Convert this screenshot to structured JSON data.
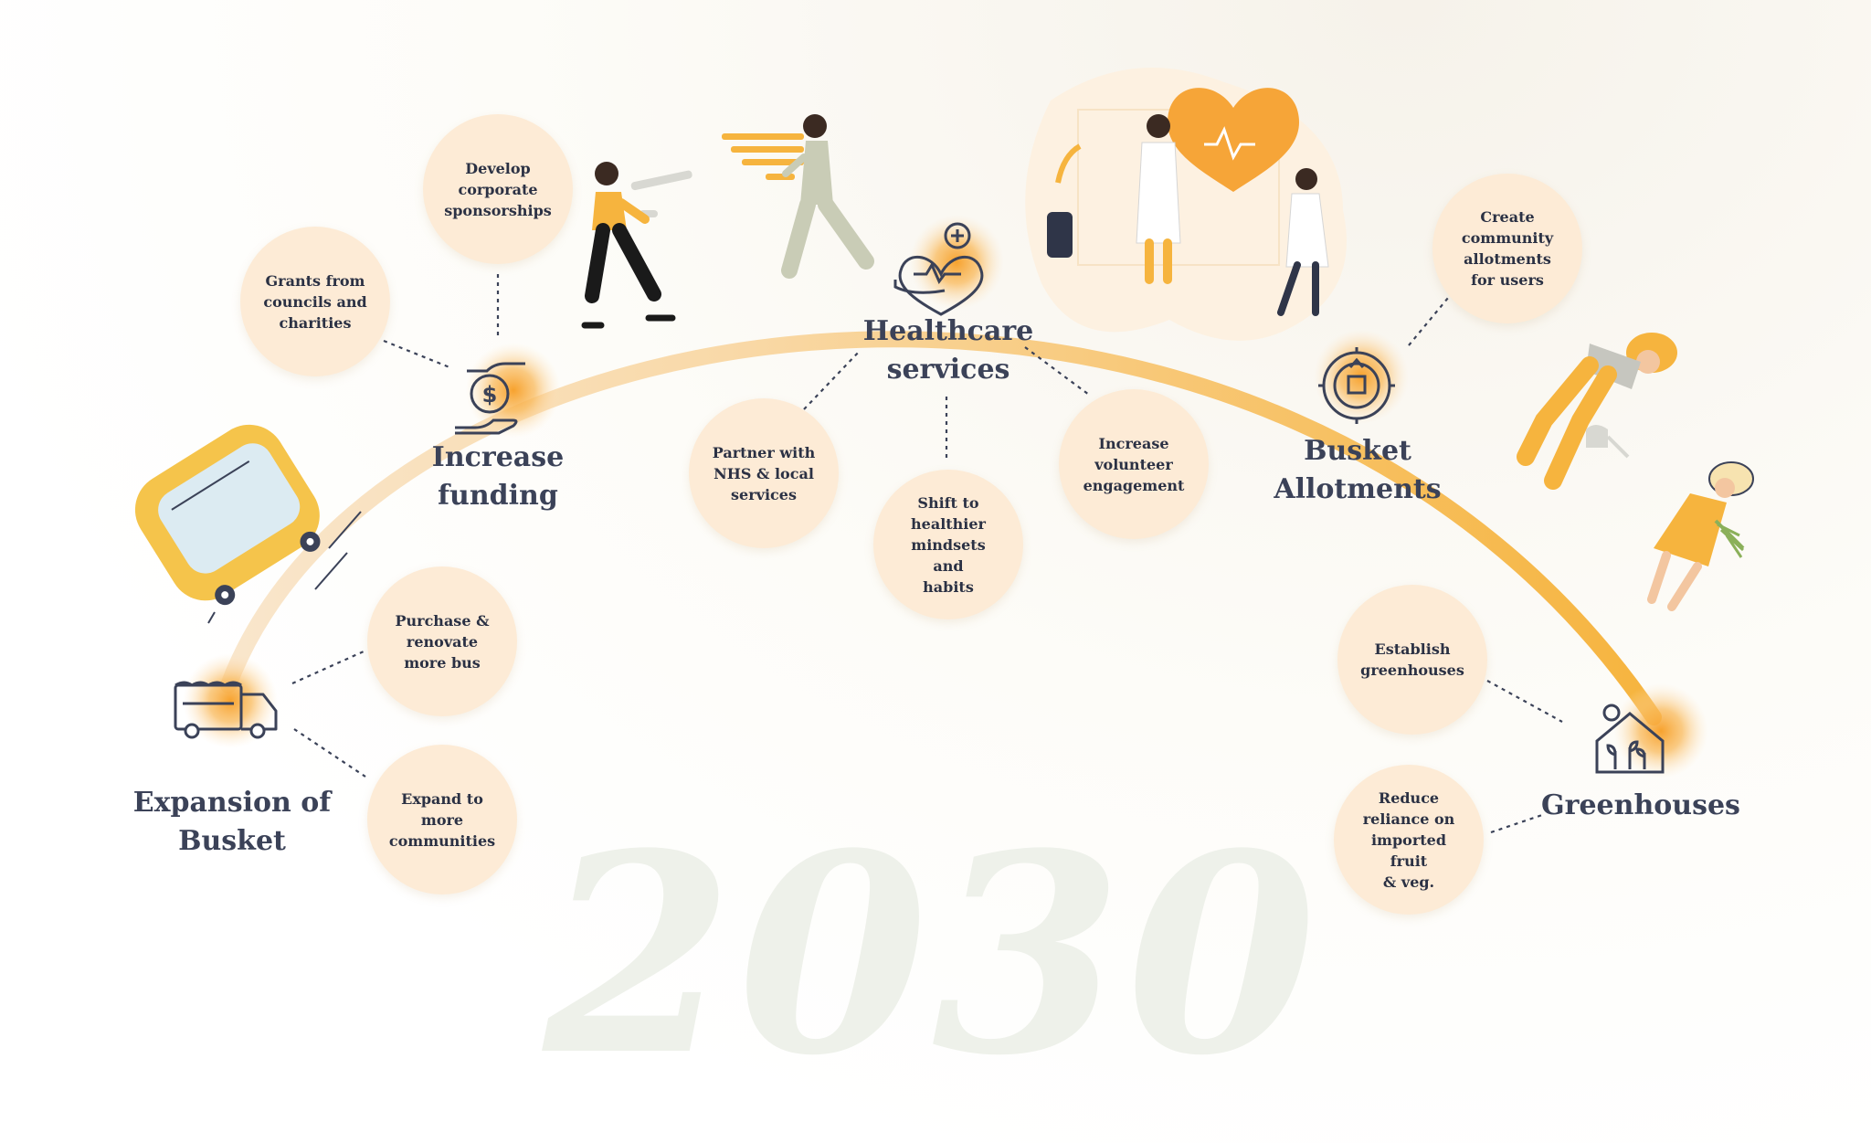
{
  "year": "2030",
  "colors": {
    "arc_start": "#f9e2c4",
    "arc_end": "#f6b53f",
    "accent": "#f7a63a",
    "bubble": "#fdebd6",
    "text": "#2b3144",
    "year_text": "#eef1ea"
  },
  "milestones": [
    {
      "title": [
        "Expansion of",
        "Busket"
      ],
      "icon": "food-truck-icon",
      "bubbles": [
        [
          "Purchase &",
          "renovate",
          "more bus"
        ],
        [
          "Expand to",
          "more",
          "communities"
        ]
      ]
    },
    {
      "title": [
        "Increase",
        "funding"
      ],
      "icon": "money-hand-icon",
      "bubbles": [
        [
          "Grants from",
          "councils and",
          "charities"
        ],
        [
          "Develop",
          "corporate",
          "sponsorships"
        ]
      ]
    },
    {
      "title": [
        "Healthcare",
        "services"
      ],
      "icon": "heart-care-icon",
      "bubbles": [
        [
          "Partner with",
          "NHS & local",
          "services"
        ],
        [
          "Shift to",
          "healthier",
          "mindsets and",
          "habits"
        ],
        [
          "Increase",
          "volunteer",
          "engagement"
        ]
      ]
    },
    {
      "title": [
        "Busket",
        "Allotments"
      ],
      "icon": "allotment-gear-icon",
      "bubbles": [
        [
          "Create",
          "community",
          "allotments",
          "for users"
        ]
      ]
    },
    {
      "title": [
        "Greenhouses"
      ],
      "icon": "greenhouse-icon",
      "bubbles": [
        [
          "Establish",
          "greenhouses"
        ],
        [
          "Reduce",
          "reliance on",
          "imported fruit",
          "& veg."
        ]
      ]
    }
  ],
  "illustrations": [
    "bus-illustration",
    "running-man-illustration",
    "running-woman-illustration",
    "doctors-heart-illustration",
    "gardener-watering-illustration",
    "woman-with-vegetables-illustration"
  ]
}
